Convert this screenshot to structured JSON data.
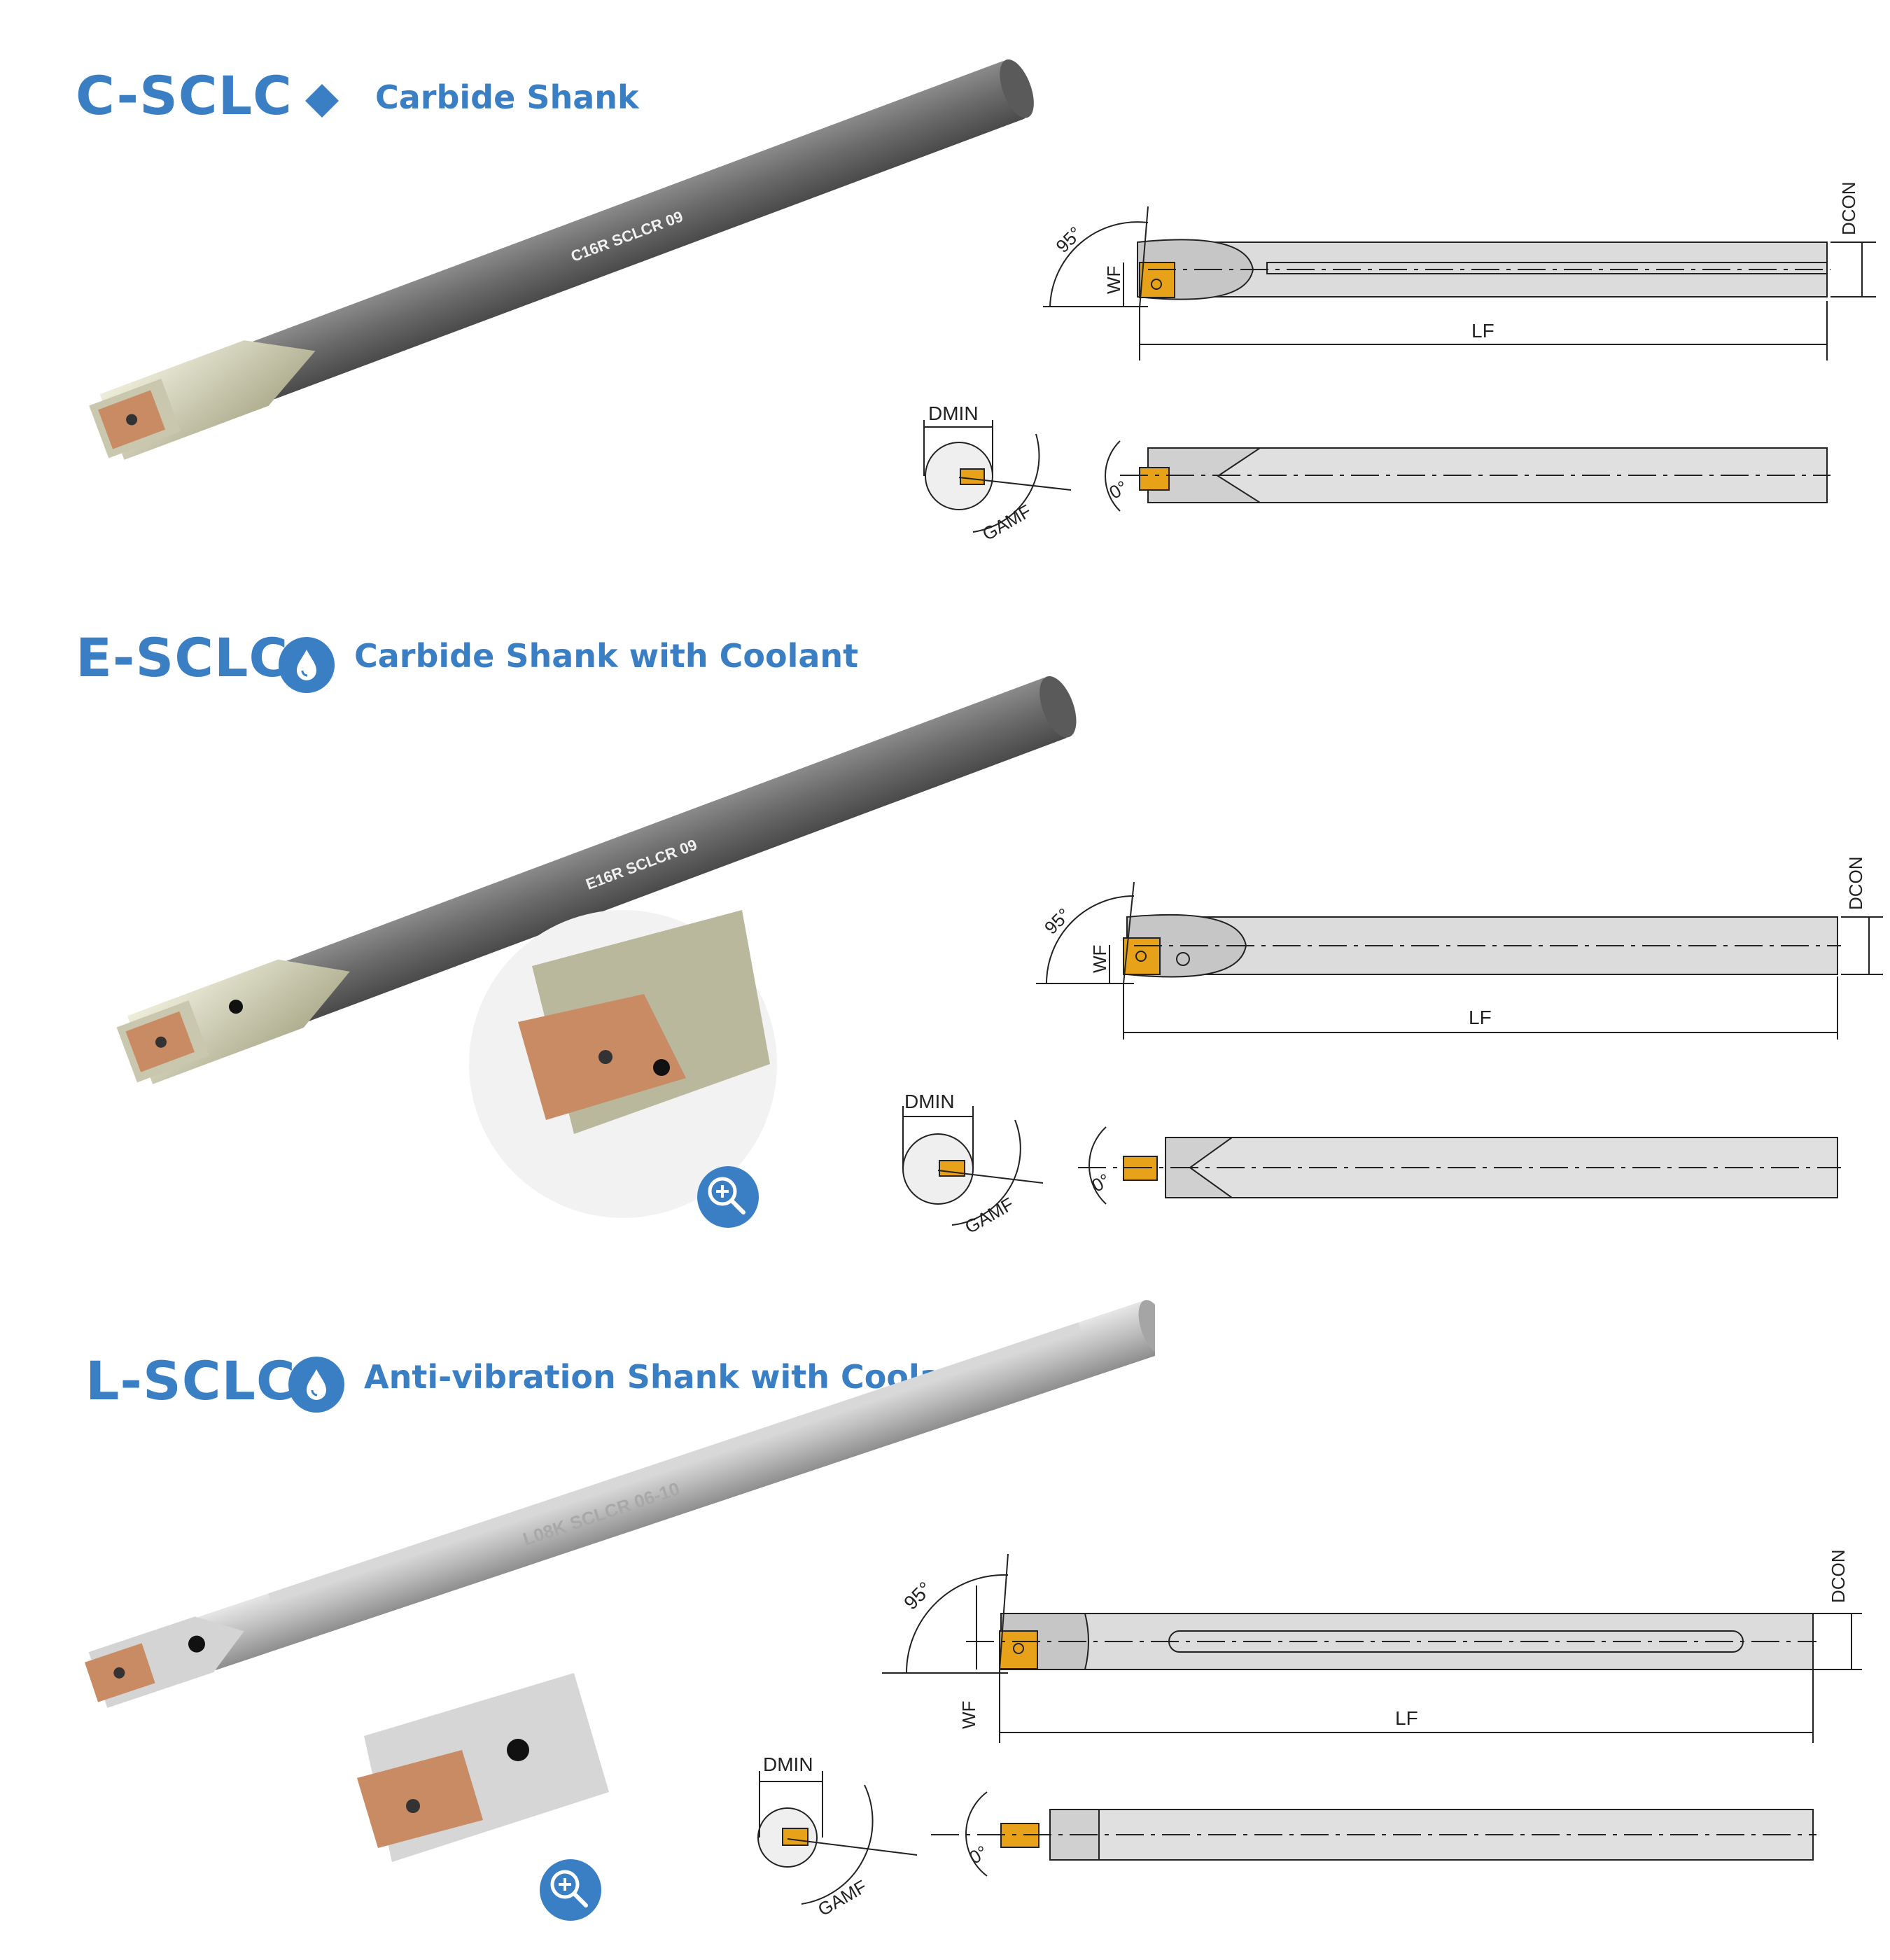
{
  "colors": {
    "accent": "#3a7fc4",
    "insert": "#e8a21a",
    "shank_dark": "#6b6b6b",
    "shank_light": "#cfd0d0"
  },
  "sections": [
    {
      "code": "C-SCLC",
      "subtitle": "Carbide Shank",
      "icon": "diamond-icon",
      "engraving": "C16R SCLCR 09",
      "dims": {
        "angle": "95°",
        "wf": "WF",
        "dcon": "DCON",
        "lf": "LF",
        "dmin": "DMIN",
        "gamf": "GAMF",
        "zero": "0°"
      }
    },
    {
      "code": "E-SCLC",
      "subtitle": "Carbide Shank with Coolant",
      "icon": "coolant-drop-icon",
      "engraving": "E16R SCLCR 09",
      "dims": {
        "angle": "95°",
        "wf": "WF",
        "dcon": "DCON",
        "lf": "LF",
        "dmin": "DMIN",
        "gamf": "GAMF",
        "zero": "0°"
      }
    },
    {
      "code": "L-SCLC",
      "subtitle": "Anti-vibration Shank with Coolant",
      "icon": "coolant-drop-icon",
      "engraving": "L08K SCLCR 06-10",
      "dims": {
        "angle": "95°",
        "wf": "WF",
        "dcon": "DCON",
        "lf": "LF",
        "dmin": "DMIN",
        "gamf": "GAMF",
        "zero": "0°"
      }
    }
  ]
}
